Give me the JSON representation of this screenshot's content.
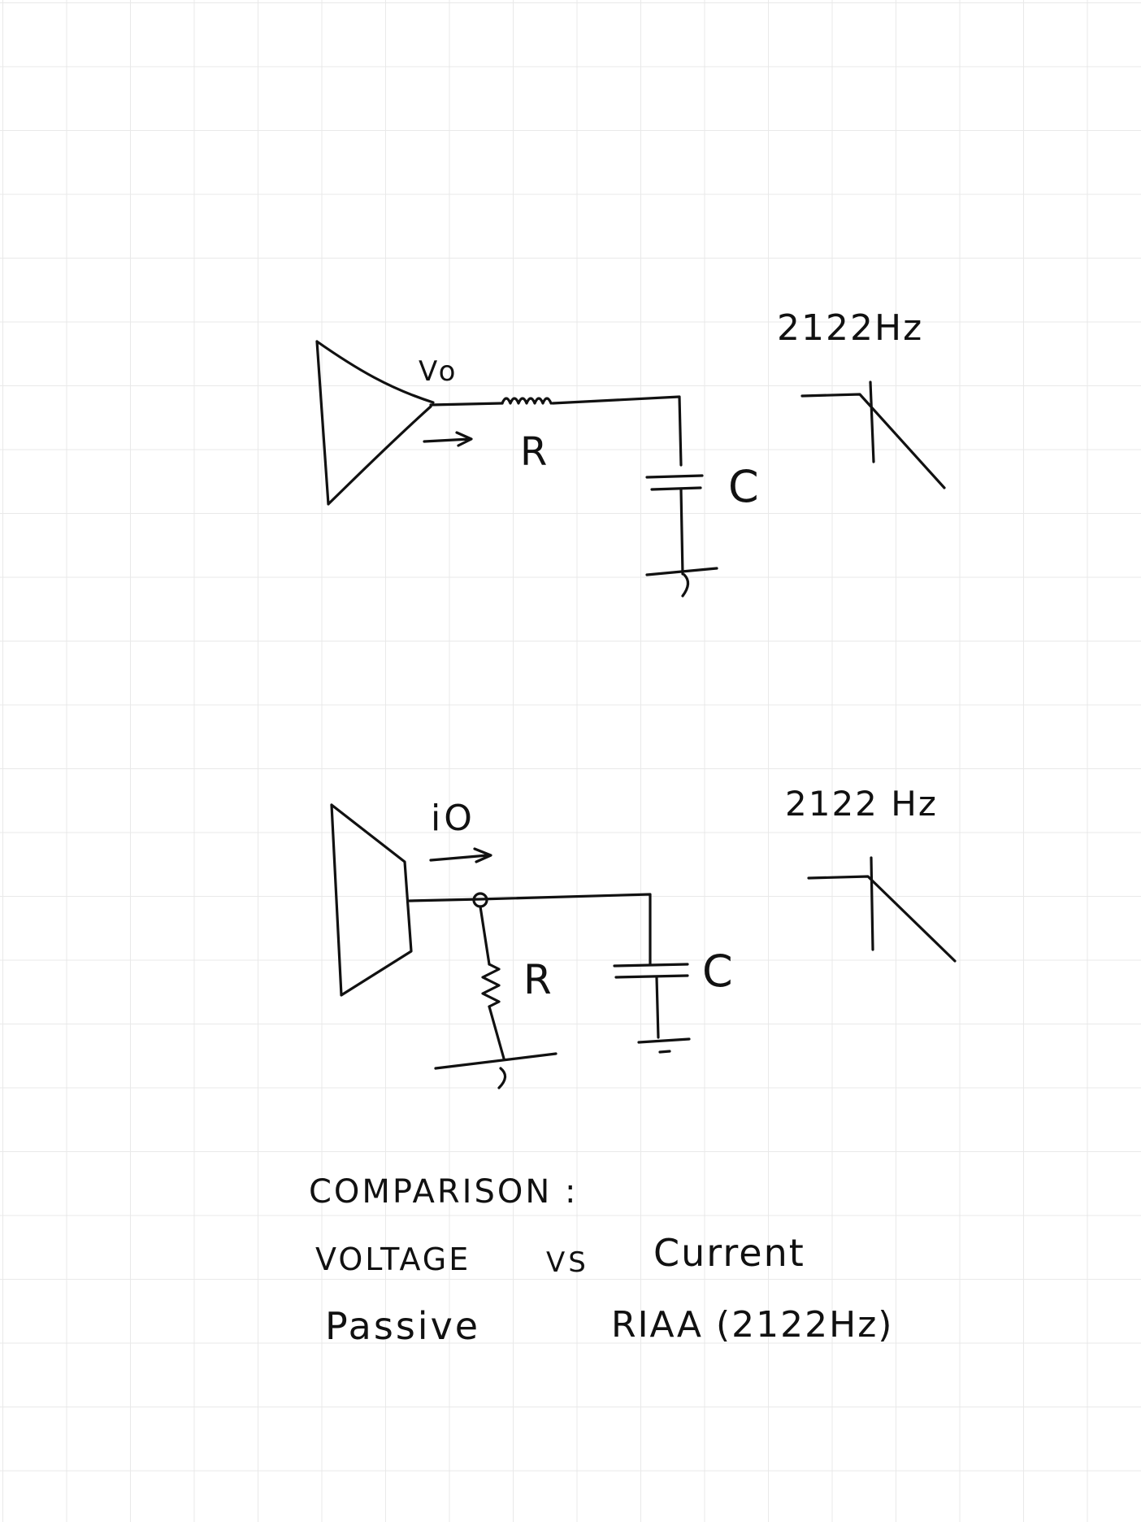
{
  "voltage_circuit": {
    "output_label": "Vo",
    "resistor_label": "R",
    "capacitor_label": "C",
    "corner_frequency": "2122Hz"
  },
  "current_circuit": {
    "output_label": "iO",
    "resistor_label": "R",
    "capacitor_label": "C",
    "corner_frequency": "2122 Hz"
  },
  "notes": {
    "line1": "COMPARISON :",
    "line2_left": "VOLTAGE",
    "line2_mid": "VS",
    "line2_right": "Current",
    "line3_left": "Passive",
    "line3_right": "RIAA (2122Hz)"
  },
  "colors": {
    "ink": "#111111",
    "grid": "#e9e9e9",
    "paper": "#ffffff"
  }
}
